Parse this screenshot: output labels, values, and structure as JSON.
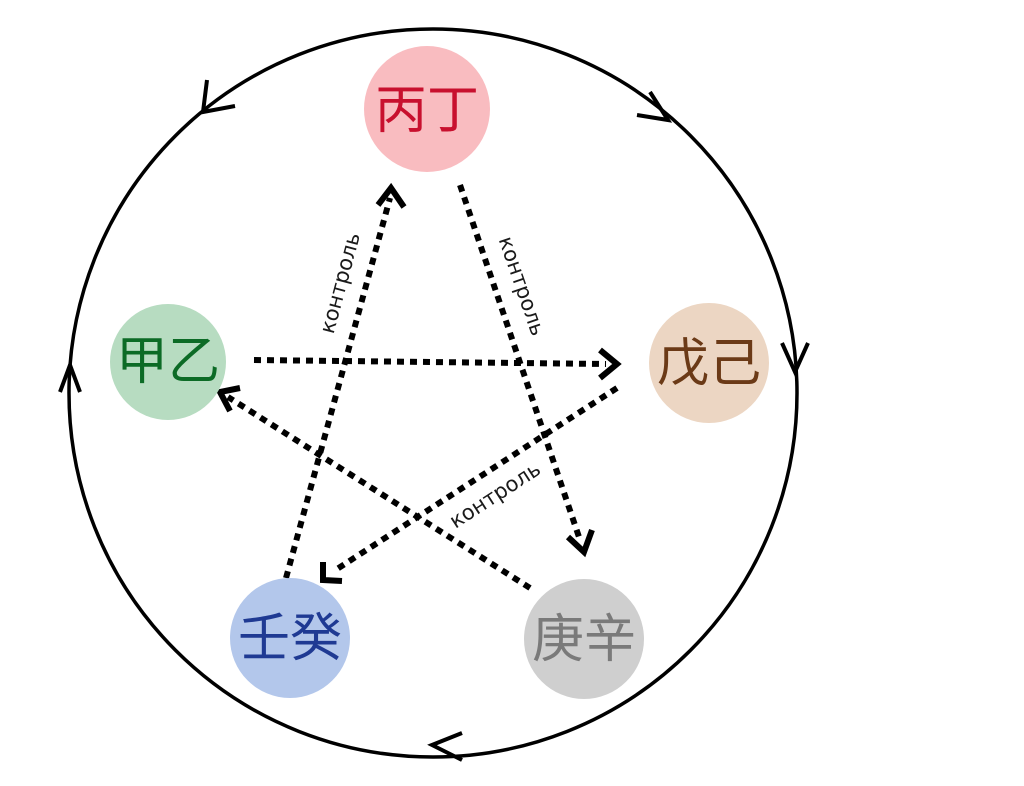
{
  "nodes": [
    {
      "id": "fire",
      "label": "丙丁",
      "fill": "#f9bcc0",
      "text_color": "#c8102e"
    },
    {
      "id": "earth",
      "label": "戊己",
      "fill": "#ecd6c3",
      "text_color": "#6b3a17"
    },
    {
      "id": "metal",
      "label": "庚辛",
      "fill": "#cfcfcf",
      "text_color": "#7a7a7a"
    },
    {
      "id": "water",
      "label": "壬癸",
      "fill": "#b3c7eb",
      "text_color": "#1f3a93"
    },
    {
      "id": "wood",
      "label": "甲乙",
      "fill": "#b7dcc1",
      "text_color": "#0c6b26"
    }
  ],
  "control_edges": [
    {
      "from": "wood",
      "to": "earth",
      "label": ""
    },
    {
      "from": "earth",
      "to": "water",
      "label": "контроль"
    },
    {
      "from": "water",
      "to": "fire",
      "label": "контроль"
    },
    {
      "from": "fire",
      "to": "metal",
      "label": "контроль"
    },
    {
      "from": "metal",
      "to": "wood",
      "label": ""
    }
  ],
  "cycle": {
    "direction": "clockwise",
    "color": "#000000"
  }
}
